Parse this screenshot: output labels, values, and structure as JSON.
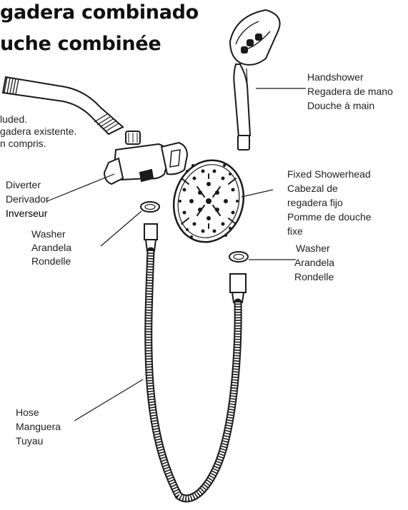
{
  "title": {
    "line1": "gadera combinado",
    "line2": "uche combinée"
  },
  "note": {
    "line1": "luded.",
    "line2": "gadera existente.",
    "line3": "n compris."
  },
  "labels": {
    "handshower": [
      "Handshower",
      "Regadera de mano",
      "Douche à main"
    ],
    "diverter": [
      "Diverter",
      "Derivador",
      "Inverseur"
    ],
    "washer_left": [
      "Washer",
      "Arandela",
      "Rondelle"
    ],
    "fixed_showerhead": [
      "Fixed Showerhead",
      "Cabezal de",
      "regadera fijo",
      "Pomme de douche",
      "fixe"
    ],
    "washer_right": [
      "Washer",
      "Arandela",
      "Rondelle"
    ],
    "hose": [
      "Hose",
      "Manguera",
      "Tuyau"
    ]
  }
}
